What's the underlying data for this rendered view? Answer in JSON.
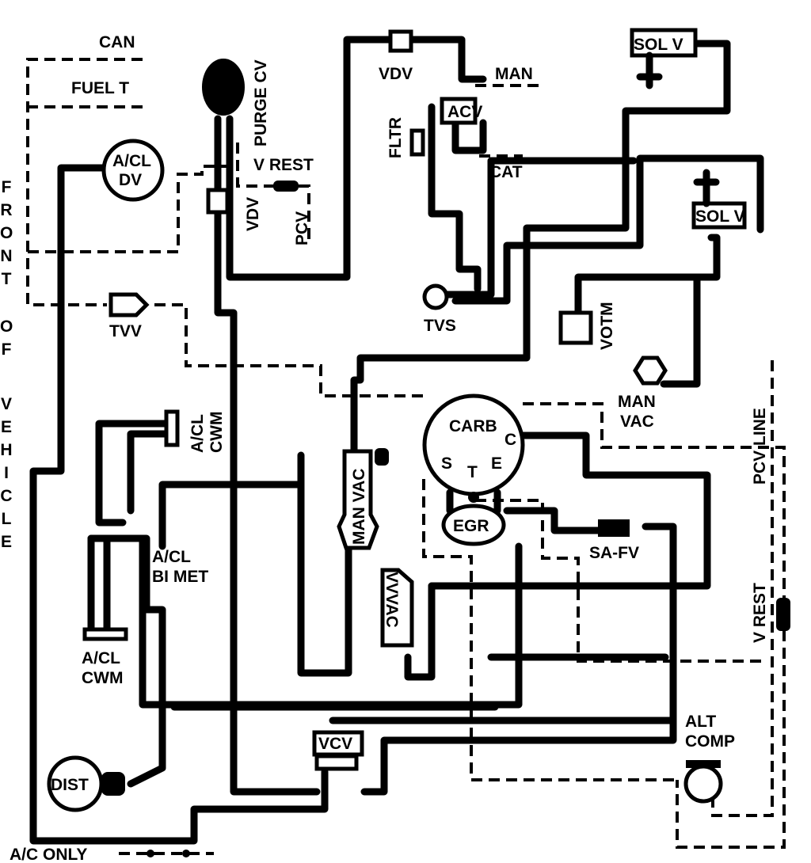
{
  "labels": {
    "can": "CAN",
    "fuel_t": "FUEL T",
    "acl_dv_1": "A/CL",
    "acl_dv_2": "DV",
    "purge_cv": "PURGE CV",
    "v_rest_top": "V REST",
    "vdv_left": "VDV",
    "pcv": "PCV",
    "vdv_top": "VDV",
    "man": "MAN",
    "fltr": "FLTR",
    "acv": "ACV",
    "cat": "CAT",
    "sol_v_top": "SOL V",
    "sol_v_right": "SOL V",
    "tvs": "TVS",
    "votm": "VOTM",
    "man_vac_right_1": "MAN",
    "man_vac_right_2": "VAC",
    "front": "FRONT",
    "of": "OF",
    "vehicle": "VEHICLE",
    "tvv": "TVV",
    "acl_cwm_upper_1": "A/CL",
    "acl_cwm_upper_2": "CWM",
    "carb": "CARB",
    "carb_c": "C",
    "carb_s": "S",
    "carb_t": "T",
    "carb_e": "E",
    "egr": "EGR",
    "sa_fv": "SA-FV",
    "pcv_line": "PCV LINE",
    "man_vac_left": "MAN VAC",
    "vvvac": "VVVAC",
    "acl_bimet_1": "A/CL",
    "acl_bimet_2": "BI MET",
    "acl_cwm_lower_1": "A/CL",
    "acl_cwm_lower_2": "CWM",
    "v_rest_right": "V REST",
    "alt_comp_1": "ALT",
    "alt_comp_2": "COMP",
    "vcv": "VCV",
    "dist": "DIST",
    "ac_only": "A/C ONLY"
  }
}
